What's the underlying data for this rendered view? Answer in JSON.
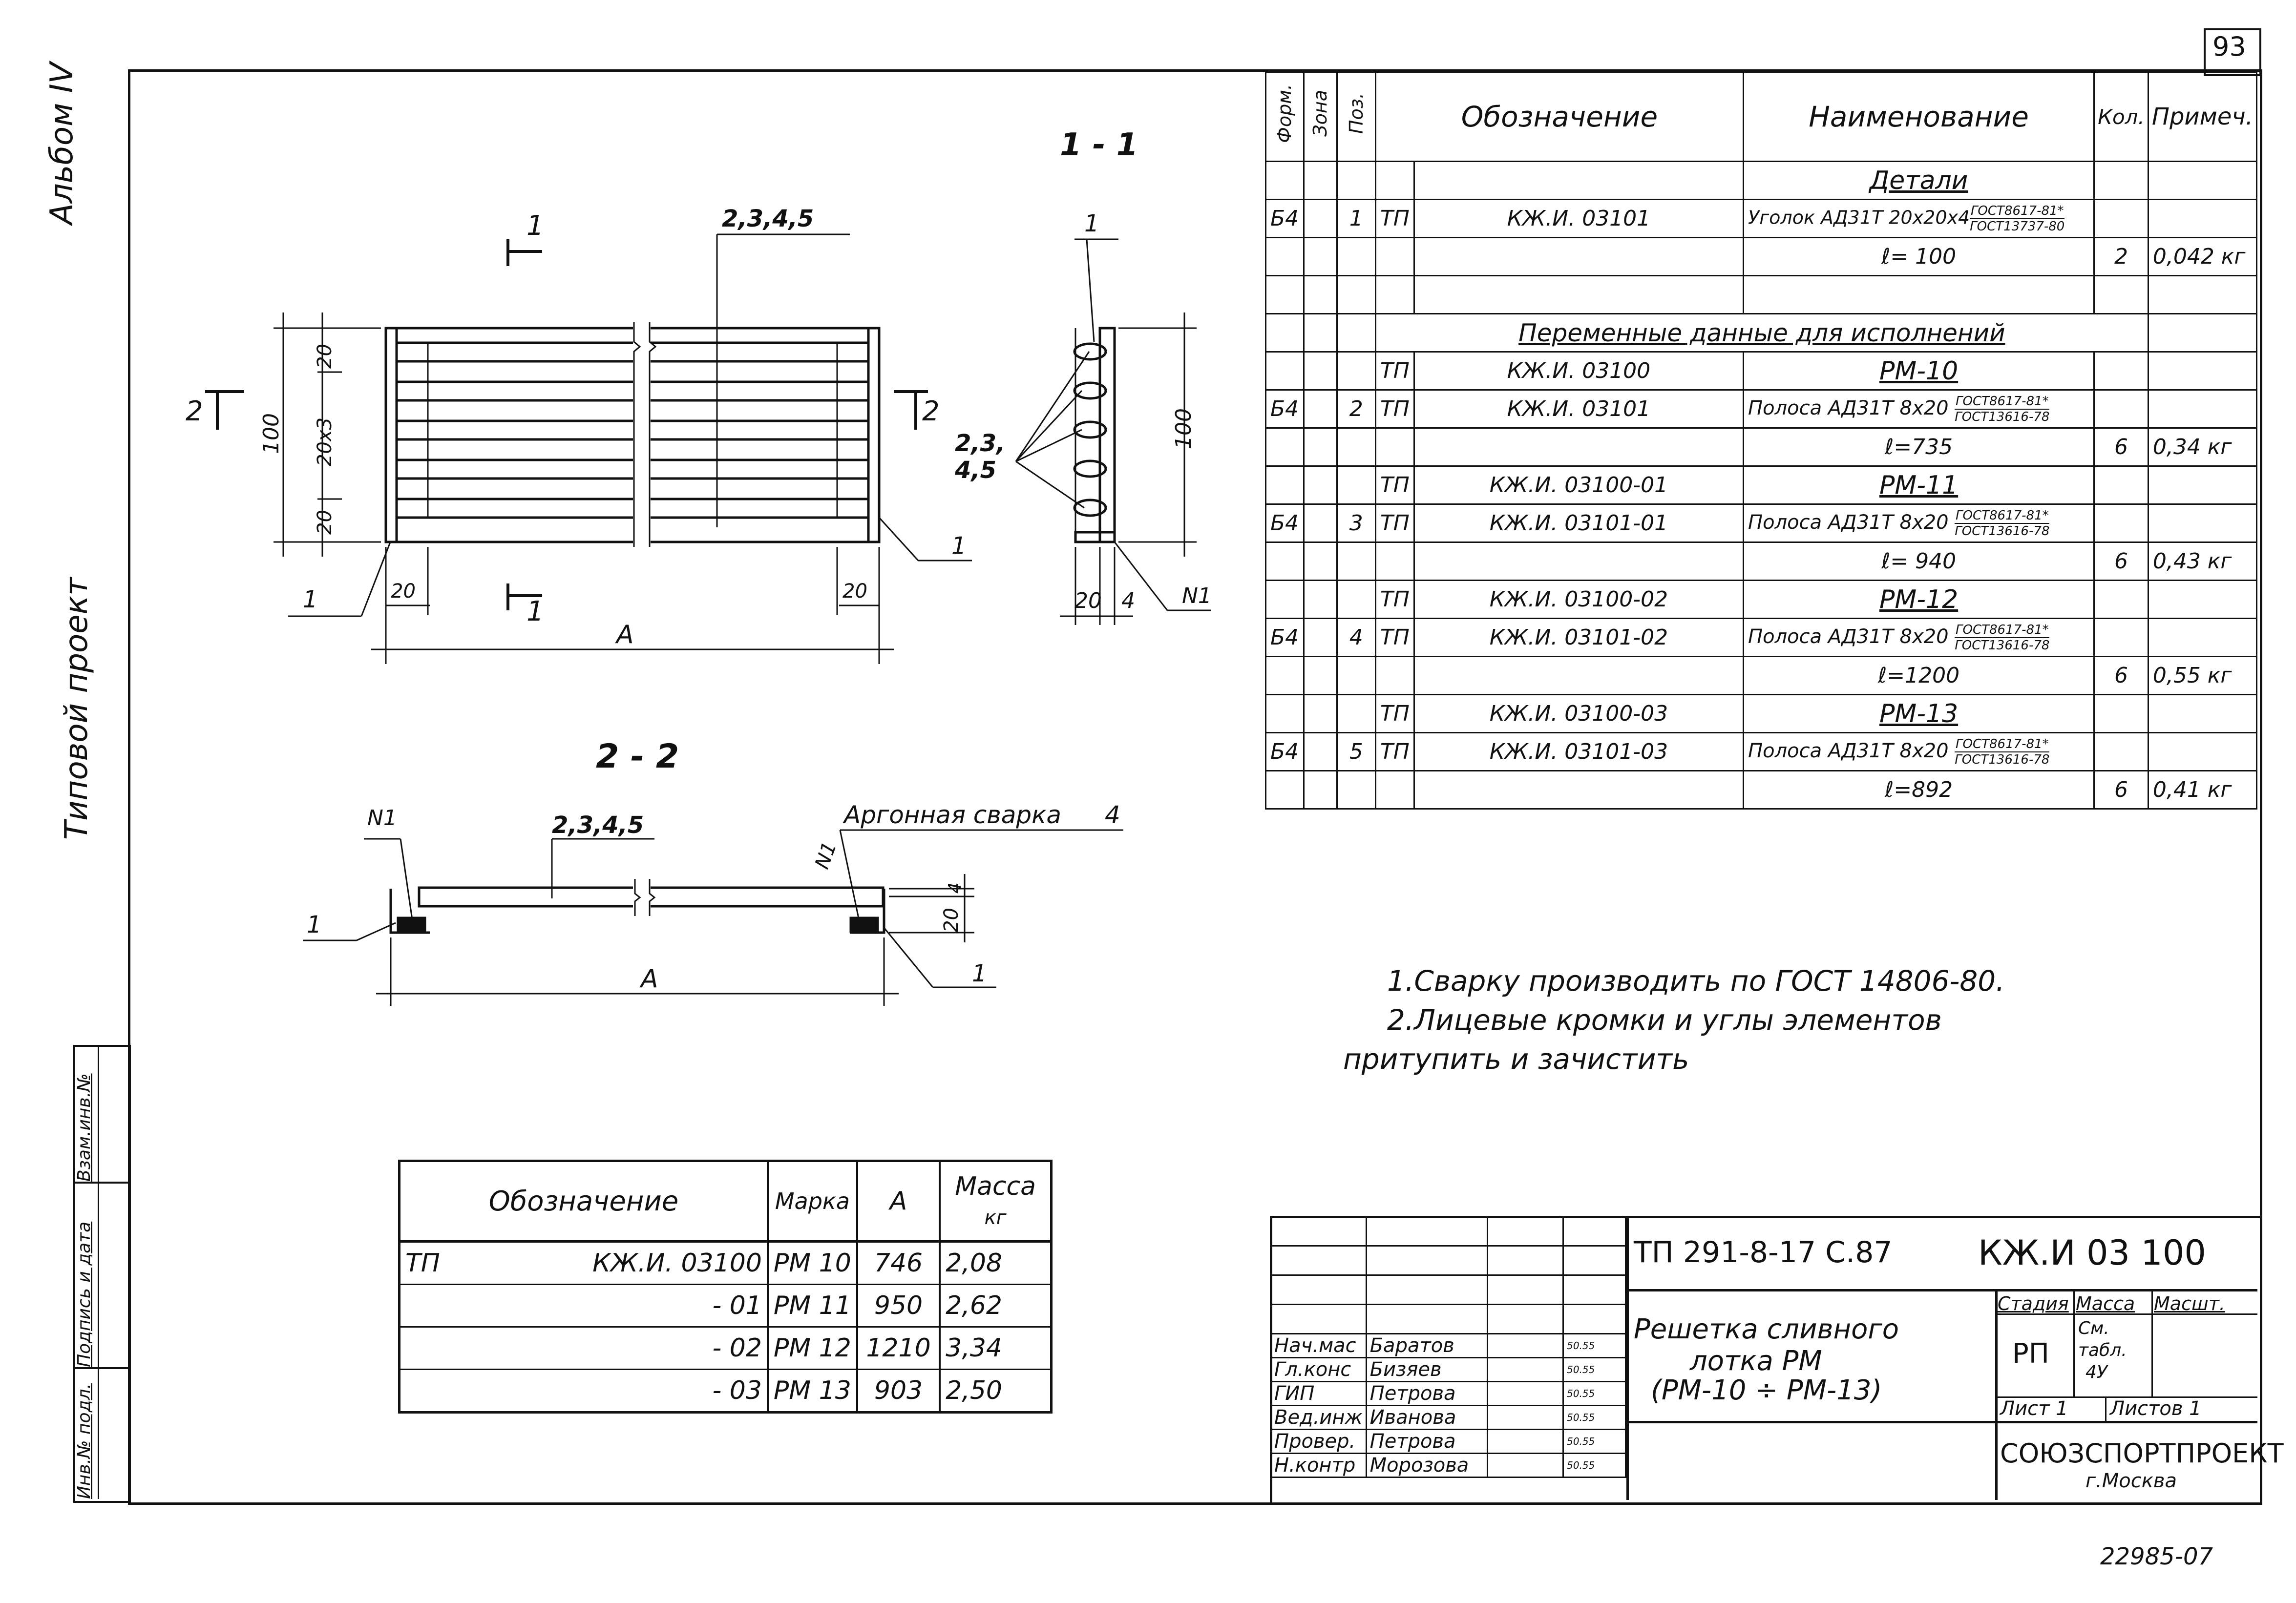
{
  "sheet_number": "93",
  "album_label": "Альбом IV",
  "project_type_label": "Типовой проект",
  "stamp_columns": [
    "Инв.№ подл.",
    "Подпись и дата",
    "Взам.инв.№"
  ],
  "archive_number": "22985-07",
  "view_1_1": {
    "section_title": "1 - 1",
    "callout_1": "1",
    "callout_group": "2,3,",
    "callout_group_2": "4,5",
    "dim_width_20": "20",
    "dim_thickness_4": "4",
    "dim_height_100": "100",
    "weld_mark": "N1"
  },
  "view_plan": {
    "cut_mark_1": "1",
    "cut_mark_2": "2",
    "callout_group": "2,3,4,5",
    "dim_20_top": "20",
    "dim_20x3": "20x3",
    "dim_20_bottom": "20",
    "dim_100": "100",
    "dim_20_left": "20",
    "dim_20_right": "20",
    "dim_A": "A",
    "callout_1_left": "1",
    "callout_1_right": "1"
  },
  "view_2_2": {
    "section_title": "2 - 2",
    "weld_mark_left": "N1",
    "weld_mark_right": "N1",
    "callout_group": "2,3,4,5",
    "weld_note": "Аргонная сварка",
    "weld_size": "4",
    "dim_4": "4",
    "dim_20": "20",
    "dim_A": "A",
    "callout_1_left": "1",
    "callout_1_right": "1"
  },
  "spec_table": {
    "headers": {
      "format": "Форм.",
      "zone": "Зона",
      "pos": "Поз.",
      "designation": "Обозначение",
      "name": "Наименование",
      "qty": "Кол.",
      "note": "Примеч."
    },
    "section_details": "Детали",
    "section_variants": "Переменные данные для исполнений",
    "rows": [
      {
        "format": "Б4",
        "pos": "1",
        "prefix": "ТП",
        "code": "КЖ.И. 03101",
        "name": "Уголок АД31Т 20х20х4",
        "gost_top": "ГОСТ8617-81*",
        "gost_bottom": "ГОСТ13737-80",
        "length": "",
        "qty": "",
        "note": ""
      },
      {
        "format": "",
        "pos": "",
        "prefix": "",
        "code": "",
        "name": "",
        "gost_top": "",
        "gost_bottom": "",
        "length": "ℓ= 100",
        "qty": "2",
        "note": "0,042 кг"
      }
    ],
    "variants": [
      {
        "prefix": "ТП",
        "code": "КЖ.И. 03100",
        "mark": "РМ-10",
        "format": "Б4",
        "pos": "2",
        "part_prefix": "ТП",
        "part_code": "КЖ.И. 03101",
        "part_name": "Полоса АД31Т 8х20",
        "gost_top": "ГОСТ8617-81*",
        "gost_bottom": "ГОСТ13616-78",
        "length": "ℓ=735",
        "qty": "6",
        "note": "0,34 кг"
      },
      {
        "prefix": "ТП",
        "code": "КЖ.И. 03100-01",
        "mark": "РМ-11",
        "format": "Б4",
        "pos": "3",
        "part_prefix": "ТП",
        "part_code": "КЖ.И. 03101-01",
        "part_name": "Полоса АД31Т 8х20",
        "gost_top": "ГОСТ8617-81*",
        "gost_bottom": "ГОСТ13616-78",
        "length": "ℓ= 940",
        "qty": "6",
        "note": "0,43 кг"
      },
      {
        "prefix": "ТП",
        "code": "КЖ.И. 03100-02",
        "mark": "РМ-12",
        "format": "Б4",
        "pos": "4",
        "part_prefix": "ТП",
        "part_code": "КЖ.И. 03101-02",
        "part_name": "Полоса АД31Т 8х20",
        "gost_top": "ГОСТ8617-81*",
        "gost_bottom": "ГОСТ13616-78",
        "length": "ℓ=1200",
        "qty": "6",
        "note": "0,55 кг"
      },
      {
        "prefix": "ТП",
        "code": "КЖ.И. 03100-03",
        "mark": "РМ-13",
        "format": "Б4",
        "pos": "5",
        "part_prefix": "ТП",
        "part_code": "КЖ.И. 03101-03",
        "part_name": "Полоса АД31Т 8х20",
        "gost_top": "ГОСТ8617-81*",
        "gost_bottom": "ГОСТ13616-78",
        "length": "ℓ=892",
        "qty": "6",
        "note": "0,41 кг"
      }
    ]
  },
  "notes": [
    "1.Сварку производить по ГОСТ 14806-80.",
    "2.Лицевые кромки и углы элементов",
    "притупить и зачистить"
  ],
  "variant_table": {
    "headers": {
      "designation": "Обозначение",
      "mark": "Марка",
      "a": "А",
      "mass": "Масса",
      "mass_unit": "кг"
    },
    "rows": [
      {
        "prefix": "ТП",
        "code": "КЖ.И. 03100",
        "mark": "РМ 10",
        "a": "746",
        "mass": "2,08"
      },
      {
        "prefix": "",
        "code": "- 01",
        "mark": "РМ 11",
        "a": "950",
        "mass": "2,62"
      },
      {
        "prefix": "",
        "code": "- 02",
        "mark": "РМ 12",
        "a": "1210",
        "mass": "3,34"
      },
      {
        "prefix": "",
        "code": "- 03",
        "mark": "РМ 13",
        "a": "903",
        "mass": "2,50"
      }
    ]
  },
  "title_block": {
    "project_code": "ТП 291-8-17 С.87",
    "document_code": "КЖ.И 03 100",
    "title_line1": "Решетка сливного",
    "title_line2": "лотка РМ",
    "title_line3": "(РМ-10 ÷ РМ-13)",
    "stage_label": "Стадия",
    "mass_label": "Масса",
    "scale_label": "Масшт.",
    "stage_value": "РП",
    "mass_value_1": "См.",
    "mass_value_2": "табл.",
    "mass_value_3": "4У",
    "sheet_label": "Лист 1",
    "sheets_label": "Листов 1",
    "organization": "СОЮЗСПОРТПРОЕКТ",
    "city": "г.Москва",
    "signatures": [
      {
        "role": "Нач.мас",
        "name": "Баратов",
        "date": "50.55"
      },
      {
        "role": "Гл.конс",
        "name": "Бизяев",
        "date": "50.55"
      },
      {
        "role": "ГИП",
        "name": "Петрова",
        "date": "50.55"
      },
      {
        "role": "Вед.инж",
        "name": "Иванова",
        "date": "50.55"
      },
      {
        "role": "Провер.",
        "name": "Петрова",
        "date": "50.55"
      },
      {
        "role": "Н.контр",
        "name": "Морозова",
        "date": "50.55"
      }
    ]
  }
}
